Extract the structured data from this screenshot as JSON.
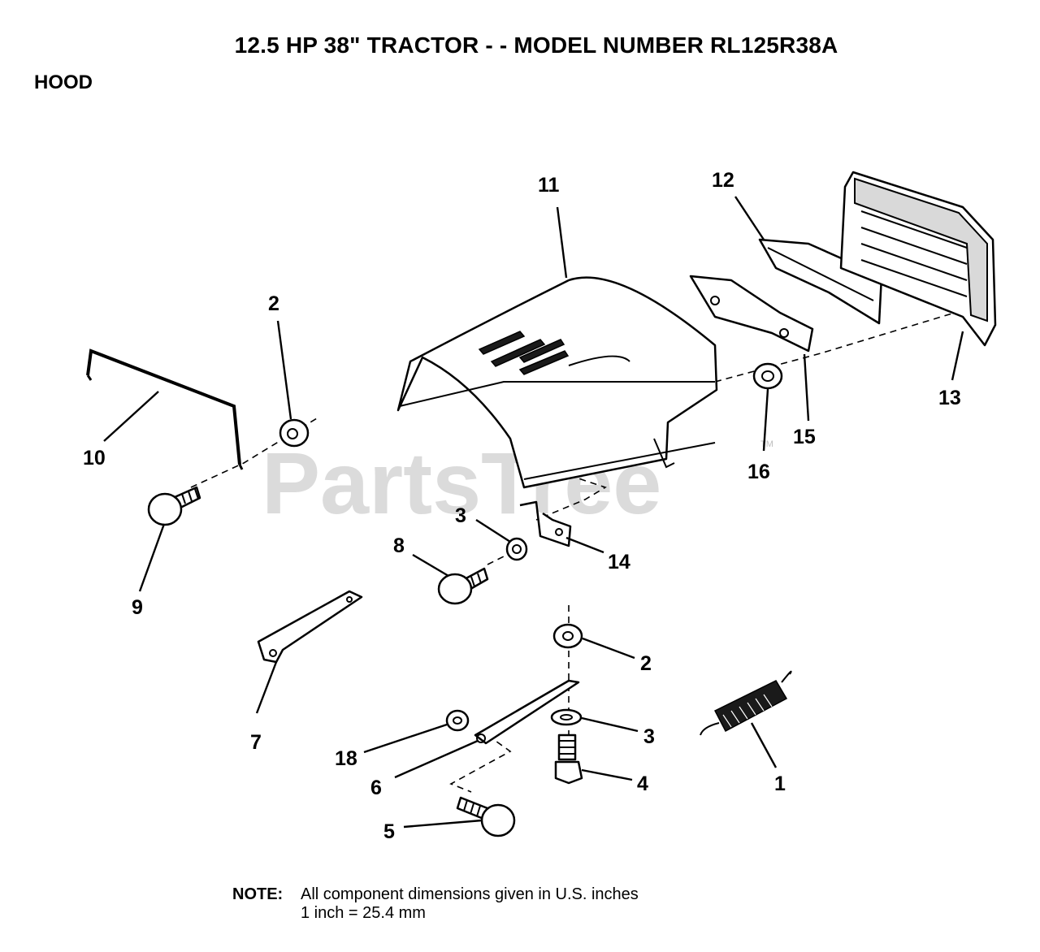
{
  "title": "12.5 HP 38\" TRACTOR - - MODEL NUMBER RL125R38A",
  "section": "HOOD",
  "watermark": "PartsTree",
  "watermark_tm": "TM",
  "note": {
    "label": "NOTE:",
    "line1": "All component dimensions given in U.S. inches",
    "line2": "1 inch = 25.4 mm"
  },
  "callouts": {
    "c11": "11",
    "c12": "12",
    "c13": "13",
    "c2a": "2",
    "c10": "10",
    "c9": "9",
    "c3a": "3",
    "c8": "8",
    "c14": "14",
    "c15": "15",
    "c16": "16",
    "c7": "7",
    "c2b": "2",
    "c3b": "3",
    "c4": "4",
    "c18": "18",
    "c6": "6",
    "c5": "5",
    "c1": "1"
  }
}
